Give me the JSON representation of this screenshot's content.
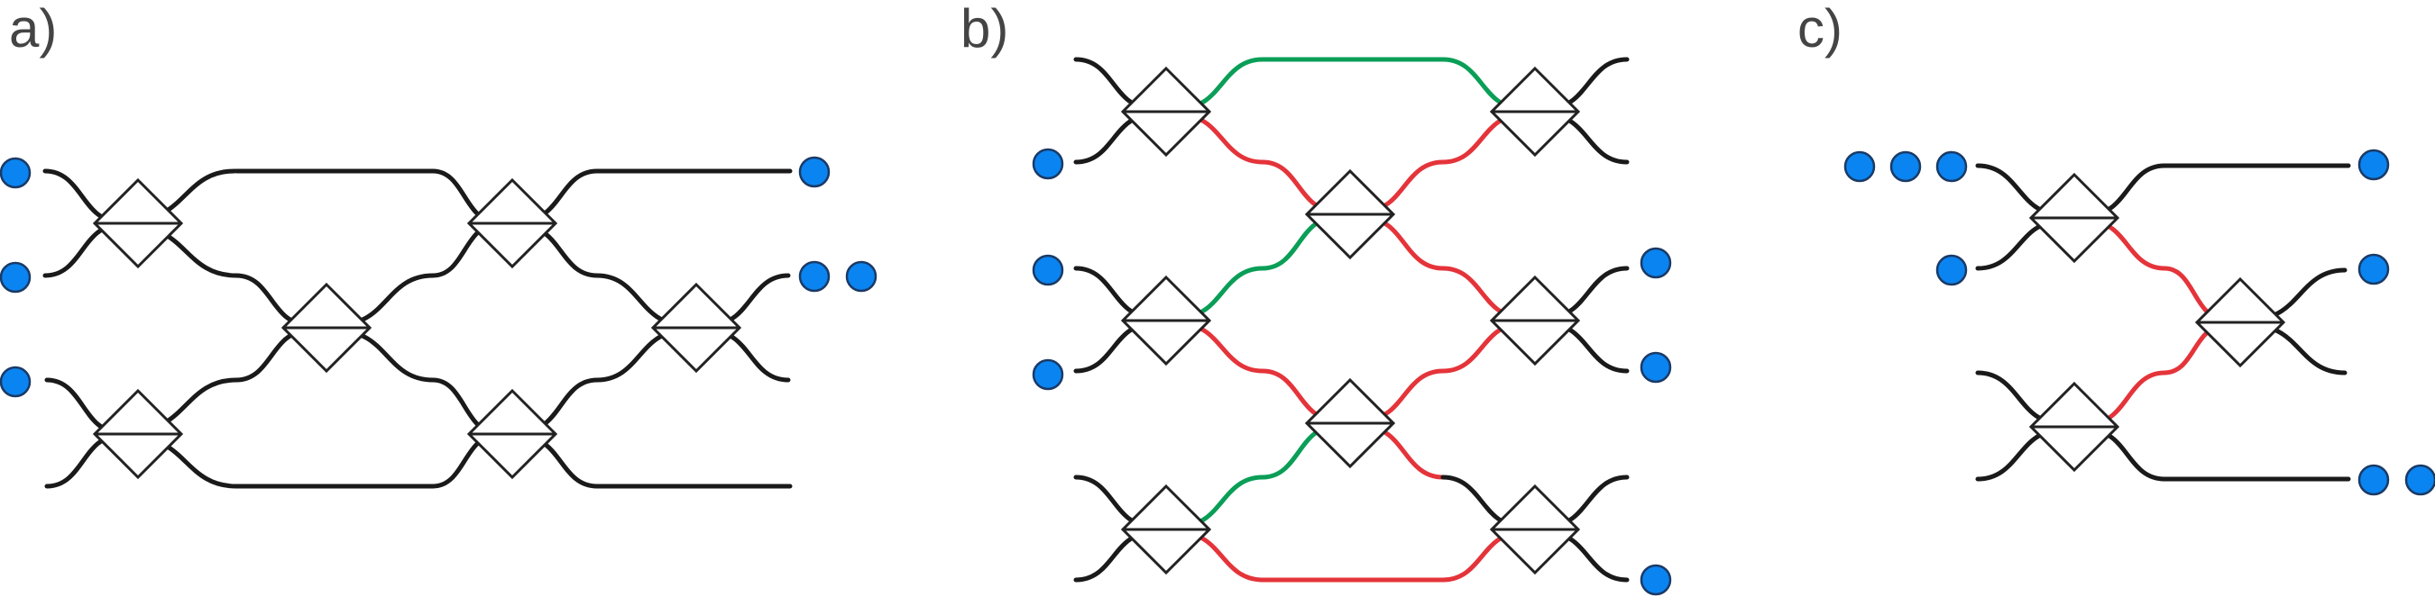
{
  "panels": [
    {
      "label": "a)"
    },
    {
      "label": "b)"
    },
    {
      "label": "c)"
    }
  ],
  "colors": {
    "wire": "#1a1a1a",
    "green": "#0a9e57",
    "red": "#e4343a",
    "photon": "#0a84f0",
    "label": "#444444"
  },
  "icons": {
    "photon": "photon-dot-icon",
    "beam_splitter": "beam-splitter-icon"
  }
}
